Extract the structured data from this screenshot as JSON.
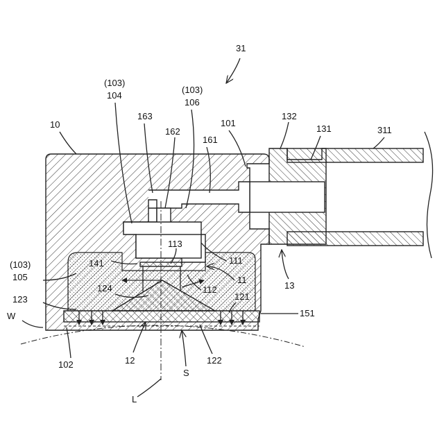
{
  "figure": {
    "labels": {
      "l31": "31",
      "l103a": "(103)",
      "l104": "104",
      "l103b": "(103)",
      "l106": "106",
      "l163": "163",
      "l162": "162",
      "l161": "161",
      "l101": "101",
      "l132": "132",
      "l131": "131",
      "l311": "311",
      "l10": "10",
      "l113": "113",
      "l141": "141",
      "l111": "111",
      "l103c": "(103)",
      "l105": "105",
      "l11": "11",
      "l124": "124",
      "l112": "112",
      "l13": "13",
      "l123": "123",
      "l121": "121",
      "l151": "151",
      "lW": "W",
      "l102": "102",
      "l12": "12",
      "l122": "122",
      "lS": "S",
      "lL": "L"
    }
  }
}
